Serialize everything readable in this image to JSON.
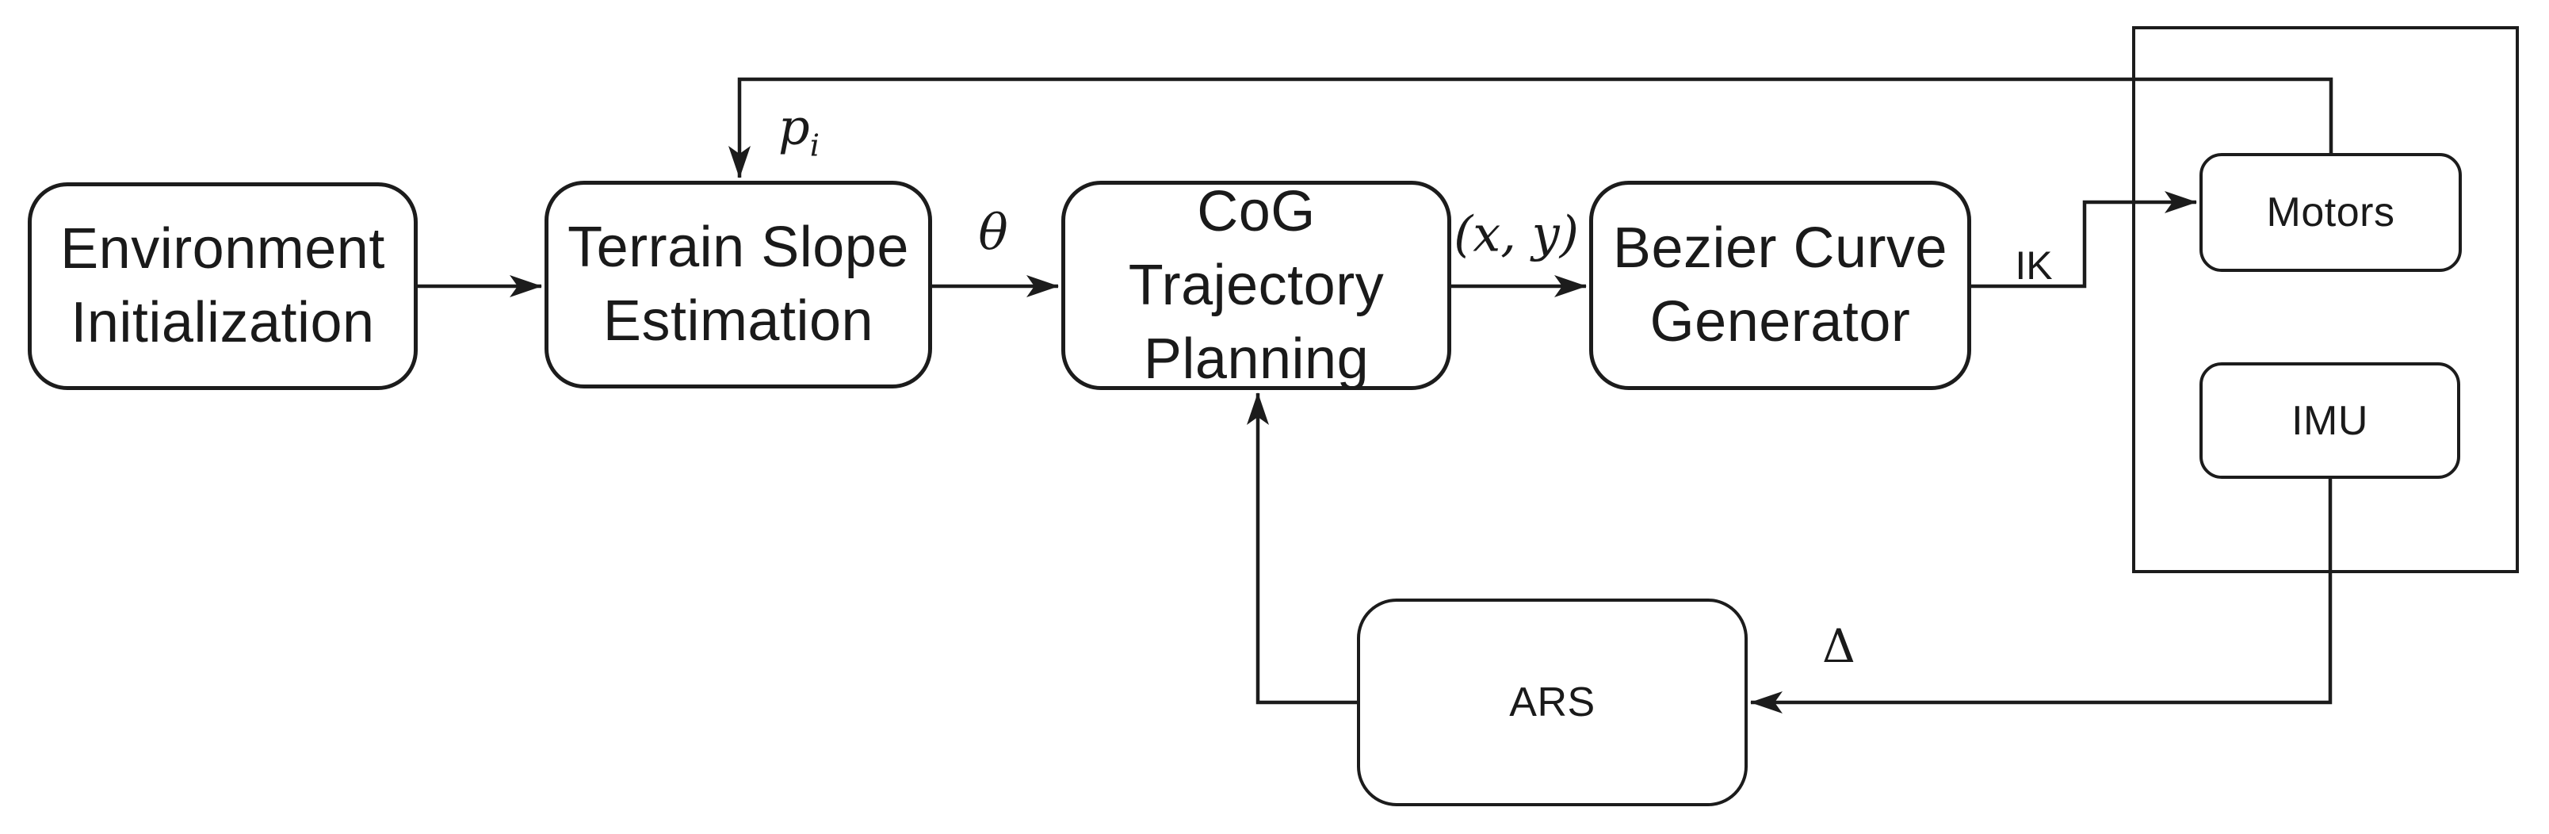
{
  "diagram": {
    "background": "#ffffff",
    "line_color": "#1c1c1c",
    "nodes": {
      "environment": {
        "label": "Environment\nInitialization"
      },
      "terrain": {
        "label": "Terrain Slope\nEstimation"
      },
      "cog": {
        "label": "CoG Trajectory\nPlanning"
      },
      "bezier": {
        "label": "Bezier Curve\nGenerator"
      },
      "motors": {
        "label": "Motors"
      },
      "imu": {
        "label": "IMU"
      },
      "ars": {
        "label": "ARS"
      }
    },
    "edge_labels": {
      "pi": {
        "base": "p",
        "sub": "i"
      },
      "theta": "θ",
      "xy": "(x, y)",
      "ik": "IK",
      "delta": "Δ"
    }
  }
}
